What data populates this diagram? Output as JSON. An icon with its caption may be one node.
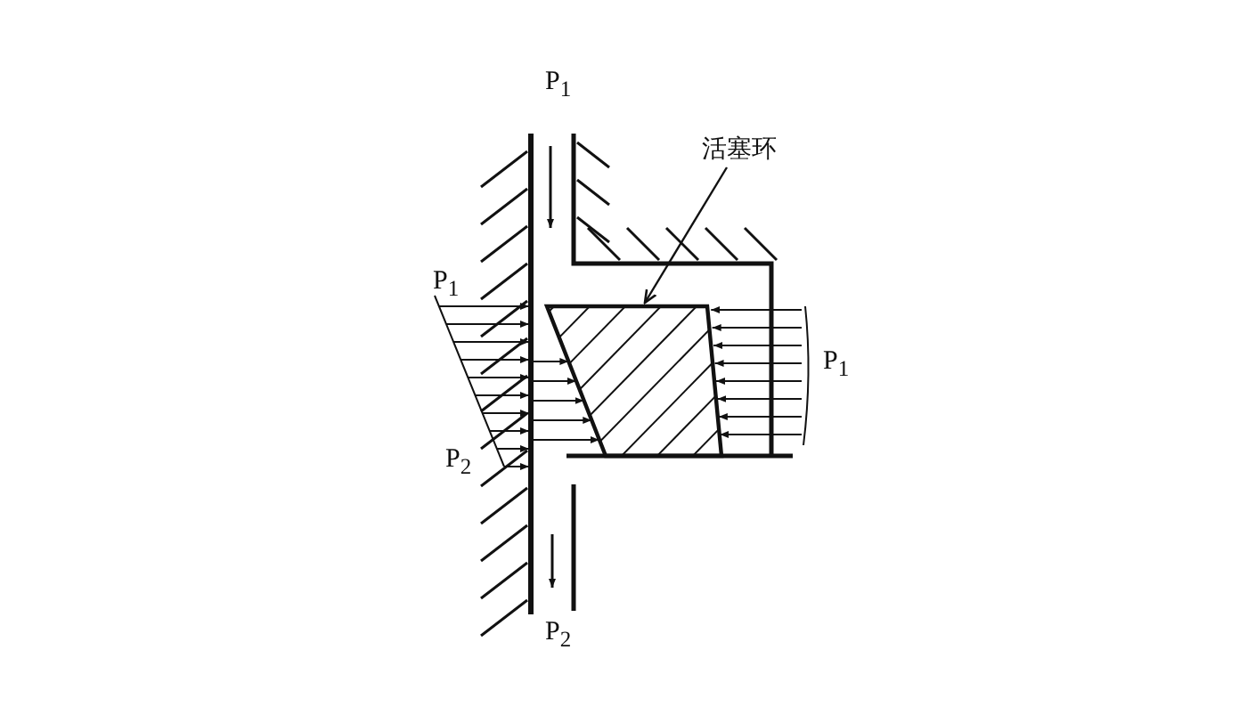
{
  "diagram": {
    "nodes": [
      {
        "text": [
          "活塞环"
        ]
      },
      {
        "text": [],
        "shape": "box"
      }
    ],
    "edges": [
      {
        "from": 0,
        "to": 1,
        "arrow": "to"
      }
    ],
    "labels": [
      "P$_{1}$",
      "P$_{1}$",
      "P$_{1}$",
      "P$_{2}$",
      "P$_{2}$"
    ]
  }
}
